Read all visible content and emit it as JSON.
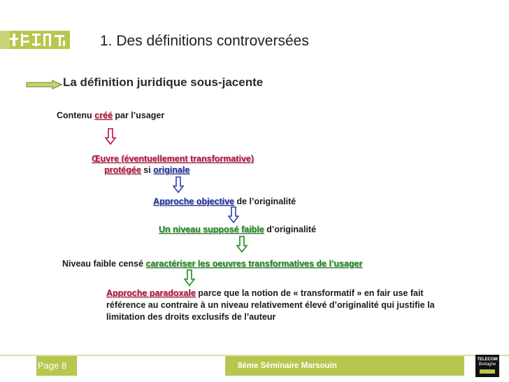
{
  "slide": {
    "title": "1. Des définitions controversées",
    "section_heading": "La définition juridique sous-jacente"
  },
  "flow": {
    "line1": {
      "a": "Contenu ",
      "b": "créé",
      "c": " par l’usager"
    },
    "line2": {
      "a": "Œuvre (éventuellement transformative)"
    },
    "line3": {
      "a": "protégée",
      "b": " si ",
      "c": "originale"
    },
    "line4": {
      "a": "Approche objective",
      "b": " de l’originalité"
    },
    "line5": {
      "a": "Un niveau supposé faible",
      "b": " d’originalité"
    },
    "line6": {
      "a": "Niveau faible censé ",
      "b": "caractériser les oeuvres transformatives de l’usager"
    },
    "line7": {
      "a": "Approche paradoxale",
      "b": " parce que la notion de « transformatif » en fair use fait"
    },
    "line8": "référence au contraire à un niveau relativement élevé d’originalité qui justifie la",
    "line9": "limitation des droits exclusifs de l’auteur"
  },
  "footer": {
    "page": "Page 8",
    "event": "8ème Séminaire Marsouin",
    "logo_line1": "TELECOM",
    "logo_line2": "Bretagne"
  },
  "colors": {
    "accent_green": "#b7c64d",
    "arrow_red": "#c0103a",
    "arrow_blue": "#2a3fb0",
    "arrow_green": "#1a8a1a"
  },
  "icons": [
    "brand-logo-icon",
    "right-arrow-icon",
    "down-arrow-icon",
    "telecom-logo-icon"
  ]
}
